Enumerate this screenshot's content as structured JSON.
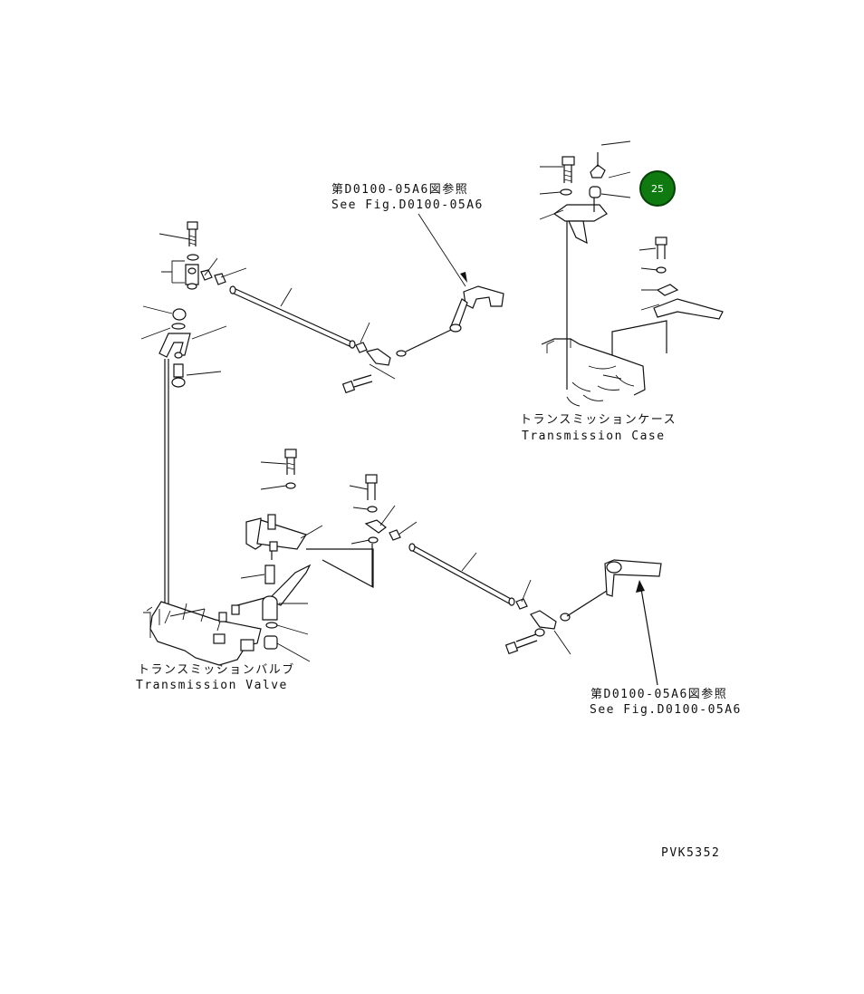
{
  "diagram": {
    "ref_top_jp": "第D0100-05A6図参照",
    "ref_top_en": "See Fig.D0100-05A6",
    "case_jp": "トランスミッションケース",
    "case_en": "Transmission Case",
    "valve_jp": "トランスミッションバルブ",
    "valve_en": "Transmission Valve",
    "ref_bottom_jp": "第D0100-05A6図参照",
    "ref_bottom_en": "See Fig.D0100-05A6",
    "drawing_no": "PVK5352",
    "callout": {
      "number": "25",
      "color": "#0f7a0f"
    }
  }
}
